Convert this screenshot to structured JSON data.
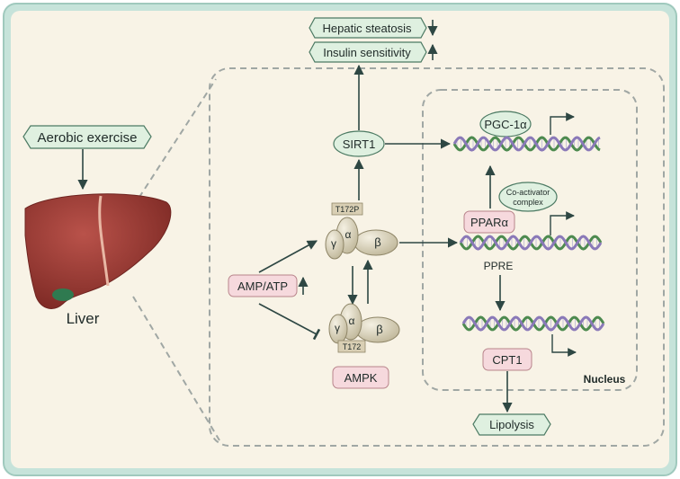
{
  "labels": {
    "aerobic_exercise": "Aerobic exercise",
    "liver": "Liver",
    "hepatic_steatosis": "Hepatic steatosis",
    "insulin_sensitivity": "Insulin sensitivity",
    "sirt1": "SIRT1",
    "pgc1a": "PGC-1α",
    "coactivator_line1": "Co-activator",
    "coactivator_line2": "complex",
    "ppara": "PPARα",
    "ppre": "PPRE",
    "amp_atp": "AMP/ATP",
    "t172p": "T172P",
    "t172": "T172",
    "gamma": "γ",
    "alpha": "α",
    "beta": "β",
    "ampk": "AMPK",
    "cpt1": "CPT1",
    "nucleus": "Nucleus",
    "lipolysis": "Lipolysis"
  },
  "indicators": {
    "hepatic_steatosis": "down",
    "insulin_sensitivity": "up",
    "amp_atp": "up"
  },
  "colors": {
    "outer_border": "#b6d8cf",
    "background": "#f8f3e6",
    "green_box": "#dff0e0",
    "pink_box": "#f6d9dd",
    "tag_box": "#d9cfb4",
    "ampk_subunit": "#ddd6bd",
    "arrow": "#2e4743",
    "dna_strand_a": "#4d8a4f",
    "dna_strand_b": "#8a79b8",
    "liver": "#9c3a33"
  }
}
